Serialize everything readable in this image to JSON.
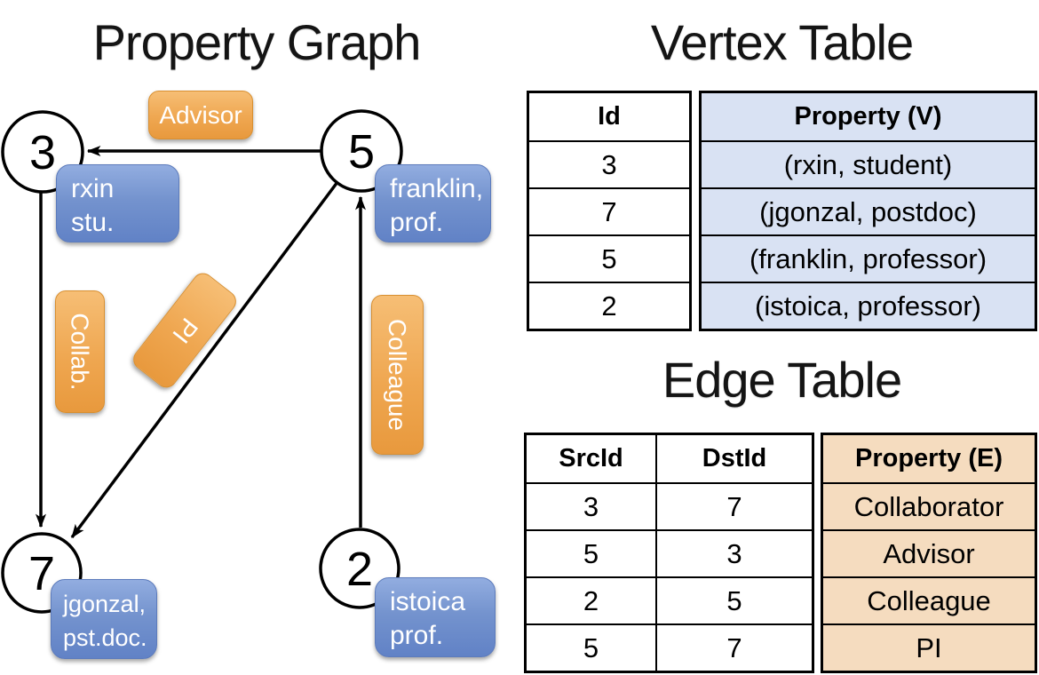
{
  "graph": {
    "title": "Property Graph",
    "nodes": [
      {
        "id": "3",
        "property_lines": [
          "rxin",
          "stu."
        ]
      },
      {
        "id": "5",
        "property_lines": [
          "franklin,",
          "prof."
        ]
      },
      {
        "id": "7",
        "property_lines": [
          "jgonzal,",
          "pst.doc."
        ]
      },
      {
        "id": "2",
        "property_lines": [
          "istoica",
          "prof."
        ]
      }
    ],
    "edge_labels": {
      "advisor": "Advisor",
      "collab": "Collab.",
      "pi": "PI",
      "colleague": "Colleague"
    }
  },
  "vertex_table": {
    "title": "Vertex Table",
    "headers": {
      "id": "Id",
      "property": "Property (V)"
    },
    "rows": [
      {
        "id": "3",
        "property": "(rxin, student)"
      },
      {
        "id": "7",
        "property": "(jgonzal, postdoc)"
      },
      {
        "id": "5",
        "property": "(franklin, professor)"
      },
      {
        "id": "2",
        "property": "(istoica, professor)"
      }
    ]
  },
  "edge_table": {
    "title": "Edge Table",
    "headers": {
      "src": "SrcId",
      "dst": "DstId",
      "property": "Property (E)"
    },
    "rows": [
      {
        "src": "3",
        "dst": "7",
        "property": "Collaborator"
      },
      {
        "src": "5",
        "dst": "3",
        "property": "Advisor"
      },
      {
        "src": "2",
        "dst": "5",
        "property": "Colleague"
      },
      {
        "src": "5",
        "dst": "7",
        "property": "PI"
      }
    ]
  },
  "colors": {
    "edge_label_orange": "#EFA751",
    "vertex_box_blue": "#7493CE",
    "vertex_table_property_fill": "#D9E2F3",
    "edge_table_property_fill": "#F5DCBF",
    "line_color": "#000000",
    "node_fill": "#FFFFFF"
  }
}
